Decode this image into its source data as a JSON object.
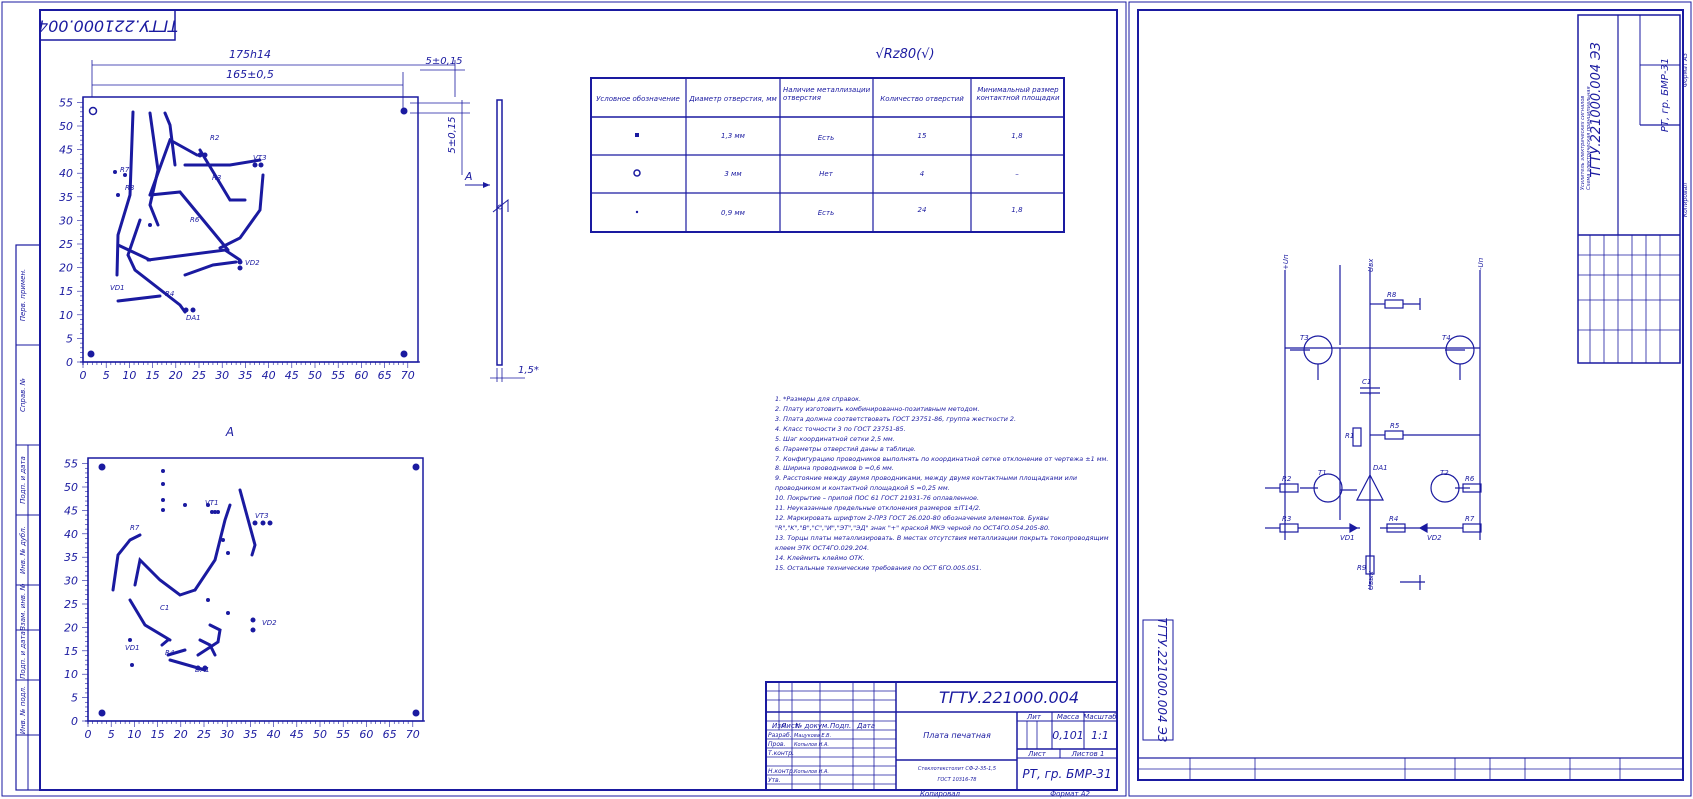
{
  "sheet1": {
    "designation_rotated": "ТГТУ.221000.004",
    "designation": "ТГТУ.221000.004",
    "dims": {
      "overall": "175h14",
      "holes": "165±0,5",
      "offset": "5±0,15",
      "offset_v": "5±0,15",
      "thickness": "1,5*"
    },
    "roughness": "√Rz80(√)",
    "view_label": "A",
    "arrow_label": "A",
    "y_ticks": [
      "0",
      "5",
      "10",
      "15",
      "20",
      "25",
      "30",
      "35",
      "40",
      "45",
      "50",
      "55"
    ],
    "x_ticks": [
      "0",
      "5",
      "10",
      "15",
      "20",
      "25",
      "30",
      "35",
      "40",
      "45",
      "50",
      "55",
      "60",
      "65",
      "70"
    ],
    "table": {
      "headers": [
        "Условное обозначение",
        "Диаметр отверстия, мм",
        "Наличие металлизации отверстия",
        "Количество отверстий",
        "Минимальный размер контактной площадки"
      ],
      "rows": [
        [
          "1,3 мм",
          "Есть",
          "15",
          "1,8"
        ],
        [
          "3 мм",
          "Нет",
          "4",
          "–"
        ],
        [
          "0,9 мм",
          "Есть",
          "24",
          "1,8"
        ]
      ]
    },
    "notes": [
      "1. *Размеры для справок.",
      "2. Плату изготовить комбинированно-позитивным методом.",
      "3. Плата должна соответствовать ГОСТ 23751-86, группа жесткости 2.",
      "4. Класс точности 3 по ГОСТ 23751-85.",
      "5. Шаг координатной сетки 2,5 мм.",
      "6. Параметры отверстий даны в таблице.",
      "7. Конфигурацию проводников выполнять по координатной сетке отклонение от чертежа ±1 мм.",
      "8. Ширина проводников b =0,6 мм.",
      "9. Расстояние между двумя проводниками, между двумя контактными площадками или проводником и контактной площадкой S =0,25 мм.",
      "10. Покрытие – припой ПОС 61 ГОСТ 21931-76 оплавленное.",
      "11. Неуказанные предельные отклонения размеров ±IT14/2.",
      "12. Маркировать шрифтом 2-ПР3 ГОСТ 26.020-80 обозначения элементов. Буквы \"R\",\"K\",\"B\",\"C\",\"И\",\"ЭТ\",\"ЭД\" знак \"+\" краской МКЭ черной по ОСТ4ГО.054.205-80.",
      "13. Торцы платы металлизировать. В местах отсутствия металлизации покрыть токопроводящим клеем ЭТК ОСТ4ГО.029.204.",
      "14. Клеймить клеймо ОТК.",
      "15. Остальные технические требования по ОСТ 6ГО.005.051."
    ],
    "title_block": {
      "name": "Плата печатная",
      "material": "Стеклотекстолит СФ-2-35-1,5",
      "material_std": "ГОСТ 10316-78",
      "lit": "Лит",
      "mass_label": "Масса",
      "scale_label": "Масштаб",
      "mass": "0,101",
      "scale": "1:1",
      "sheet_label": "Лист",
      "sheets_label": "Листов 1",
      "org": "РТ, гр. БМР-31",
      "roles": [
        "Разраб.",
        "Пров.",
        "Т.контр.",
        "",
        "Н.контр.",
        "Утв."
      ],
      "people": [
        "Мацукова Е.В.",
        "Копылов Н.А.",
        "",
        "",
        "Копылов Н.А.",
        ""
      ],
      "cols": [
        "Изм",
        "Лист",
        "№ докум.",
        "Подп.",
        "Дата"
      ],
      "copied": "Копировал",
      "format": "Формат   А2"
    },
    "side_stamps": [
      "Перв. примен.",
      "Справ. №",
      "Подп. и дата",
      "Инв. № дубл.",
      "Взам. инв. №",
      "Подп. и дата",
      "Инв. № подл."
    ]
  },
  "sheet2": {
    "designation_rotated": "ТГТУ.221000.004 ЭЗ",
    "designation_bottom": "ТГТУ.221000.004 Э3",
    "title_name": "Усилитель электрических сигналов Схема электрическая принципиальная",
    "org": "РТ, гр. БМР-31",
    "format": "Формат   А3",
    "copied": "Копировал",
    "labels": [
      "+Uп",
      "-Uп",
      "Uвх",
      "Uвых",
      "R1",
      "R2",
      "R3",
      "R4",
      "R5",
      "R6",
      "R7",
      "R8",
      "R9",
      "C1",
      "T1",
      "T2",
      "T3",
      "T4",
      "VD1",
      "VD2",
      "DA1"
    ]
  }
}
